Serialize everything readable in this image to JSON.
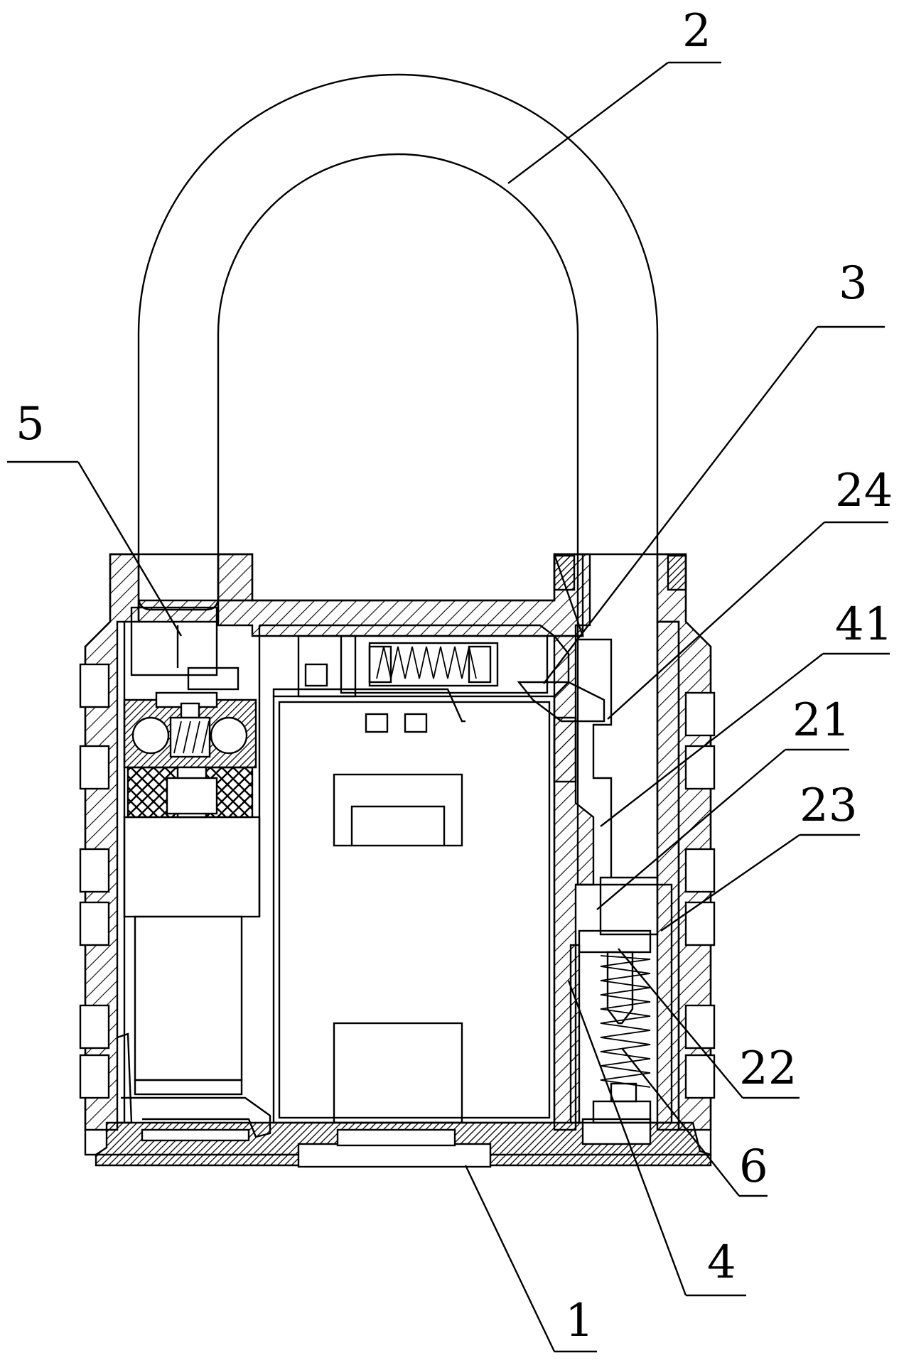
{
  "figure": {
    "type": "mechanical cross-section drawing",
    "callouts": [
      {
        "id": "c1",
        "label": "1"
      },
      {
        "id": "c2",
        "label": "2"
      },
      {
        "id": "c3",
        "label": "3"
      },
      {
        "id": "c4",
        "label": "4"
      },
      {
        "id": "c5",
        "label": "5"
      },
      {
        "id": "c6",
        "label": "6"
      },
      {
        "id": "c21",
        "label": "21"
      },
      {
        "id": "c22",
        "label": "22"
      },
      {
        "id": "c23",
        "label": "23"
      },
      {
        "id": "c24",
        "label": "24"
      },
      {
        "id": "c41",
        "label": "41"
      }
    ]
  }
}
